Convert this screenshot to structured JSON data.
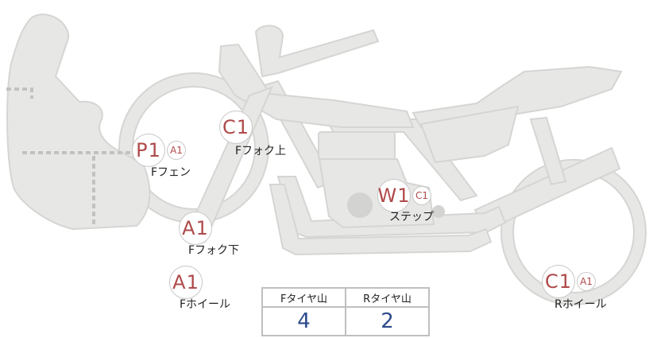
{
  "colors": {
    "body": "#e7e7e5",
    "outline": "#d5d5d3",
    "dash": "#c2c2c2",
    "grade": "#b04a4a",
    "value": "#2d4a8c"
  },
  "markers": [
    {
      "id": "p1",
      "label": "Fフェン",
      "main": "P1",
      "sub": "A1"
    },
    {
      "id": "c1-fork-upper",
      "label": "Fフォク上",
      "main": "C1",
      "sub": ""
    },
    {
      "id": "w1",
      "label": "ステップ",
      "main": "W1",
      "sub": "C1"
    },
    {
      "id": "a1-fork-lower",
      "label": "Fフォク下",
      "main": "A1",
      "sub": ""
    },
    {
      "id": "a1-front-wheel",
      "label": "Fホイール",
      "main": "A1",
      "sub": ""
    },
    {
      "id": "c1-rear-wheel",
      "label": "Rホイール",
      "main": "C1",
      "sub": "A1"
    }
  ],
  "tread": {
    "front_header": "Fタイヤ山",
    "rear_header": "Rタイヤ山",
    "front_value": "4",
    "rear_value": "2"
  }
}
